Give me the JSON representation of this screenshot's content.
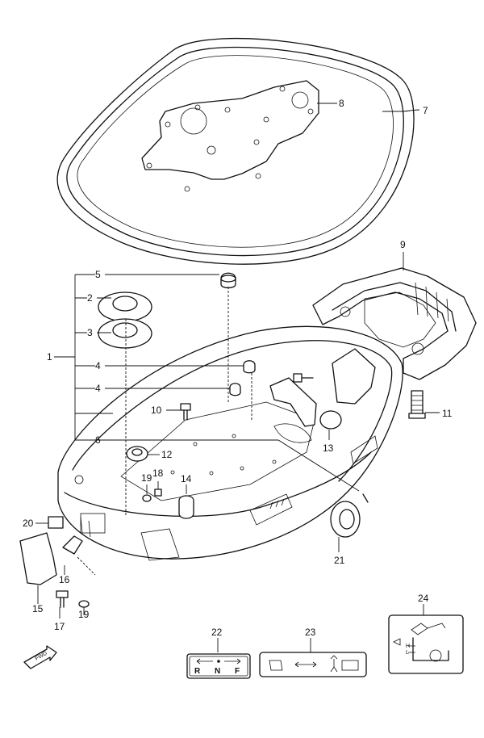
{
  "callouts": {
    "c1": "1",
    "c2": "2",
    "c3": "3",
    "c4a": "4",
    "c4b": "4",
    "c5": "5",
    "c6": "6",
    "c7": "7",
    "c8": "8",
    "c9": "9",
    "c10": "10",
    "c11": "11",
    "c12": "12",
    "c13": "13",
    "c14": "14",
    "c15": "15",
    "c16": "16",
    "c17": "17",
    "c18": "18",
    "c19a": "19",
    "c19b": "19",
    "c20": "20",
    "c21": "21",
    "c22": "22",
    "c23": "23",
    "c24": "24"
  },
  "decal_22": {
    "r": "R",
    "n": "N",
    "f": "F"
  },
  "decal_24": {
    "h": "H",
    "l": "L"
  },
  "fwd_label": "FWD",
  "colors": {
    "line": "#111111",
    "background": "#ffffff"
  },
  "icons": {
    "fwd": "fwd-arrow-icon",
    "shift": "shift-arrows-icon",
    "oil": "oil-can-icon"
  }
}
